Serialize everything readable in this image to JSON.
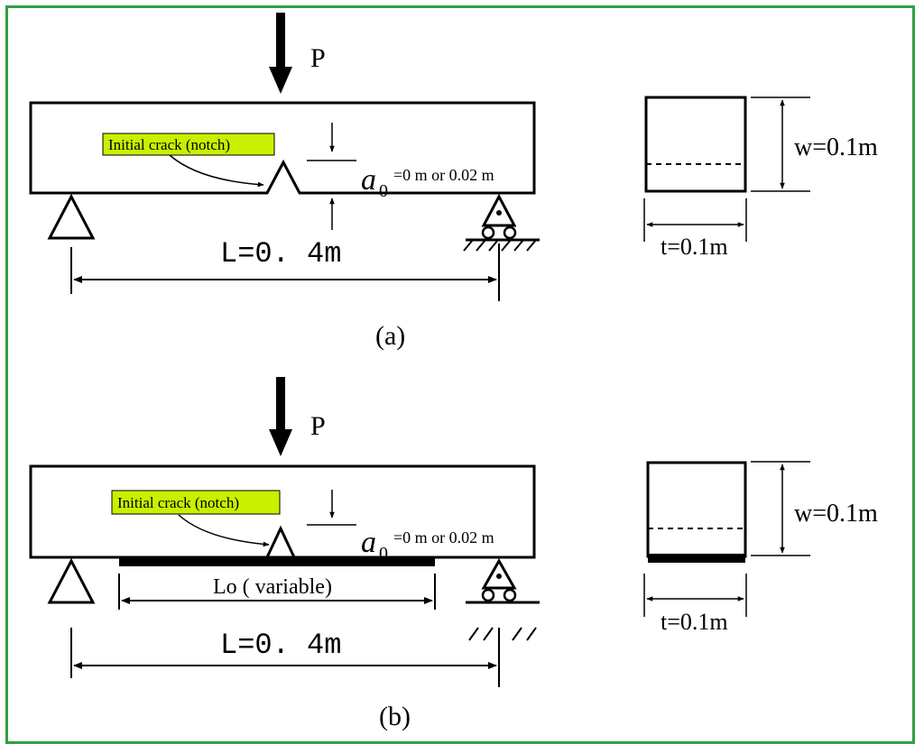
{
  "colors": {
    "frame": "#2ea043",
    "label_box": "#c8f000",
    "ink": "#000000"
  },
  "panel_a": {
    "load": "P",
    "notch_label": "Initial crack (notch)",
    "a0_symbol": "a",
    "a0_subscript": "0",
    "a0_value": "=0 m or 0.02 m",
    "span": "L=0. 4m",
    "caption": "(a)",
    "section_width": "w=0.1m",
    "section_thickness": "t=0.1m"
  },
  "panel_b": {
    "load": "P",
    "notch_label": "Initial crack (notch)",
    "a0_symbol": "a",
    "a0_subscript": "0",
    "a0_value": "=0 m or 0.02 m",
    "plate_length": "Lo ( variable)",
    "span": "L=0. 4m",
    "caption": "(b)",
    "section_width": "w=0.1m",
    "section_thickness": "t=0.1m"
  }
}
